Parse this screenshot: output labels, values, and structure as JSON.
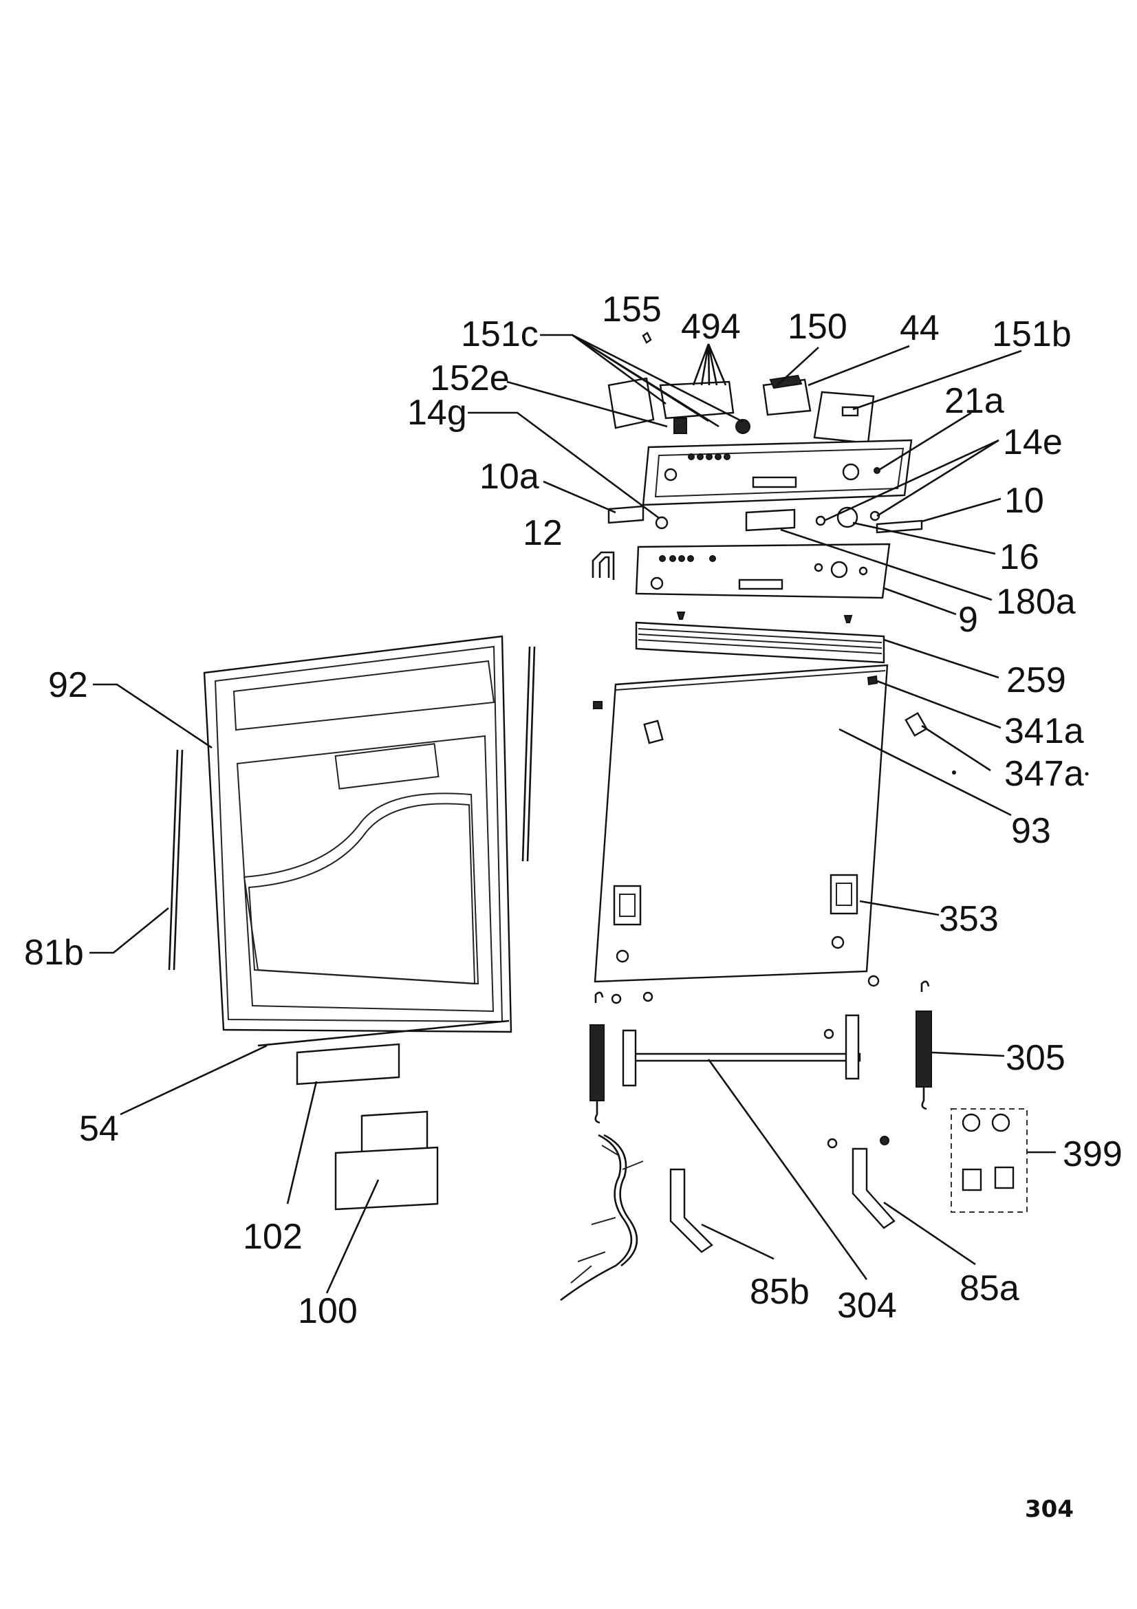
{
  "callouts": {
    "c155": "155",
    "c494": "494",
    "c150": "150",
    "c44": "44",
    "c151c": "151c",
    "c151b": "151b",
    "c152e": "152e",
    "c14g": "14g",
    "c21a": "21a",
    "c14e": "14e",
    "c10a": "10a",
    "c10": "10",
    "c12": "12",
    "c16": "16",
    "c9": "9",
    "c180a": "180a",
    "c259": "259",
    "c92": "92",
    "c341a": "341a",
    "c347a": "347a",
    "c93": "93",
    "c353": "353",
    "c81b": "81b",
    "c305": "305",
    "c54": "54",
    "c399": "399",
    "c102": "102",
    "c100": "100",
    "c85b": "85b",
    "c304": "304",
    "c85a": "85a"
  },
  "page_number": "304"
}
